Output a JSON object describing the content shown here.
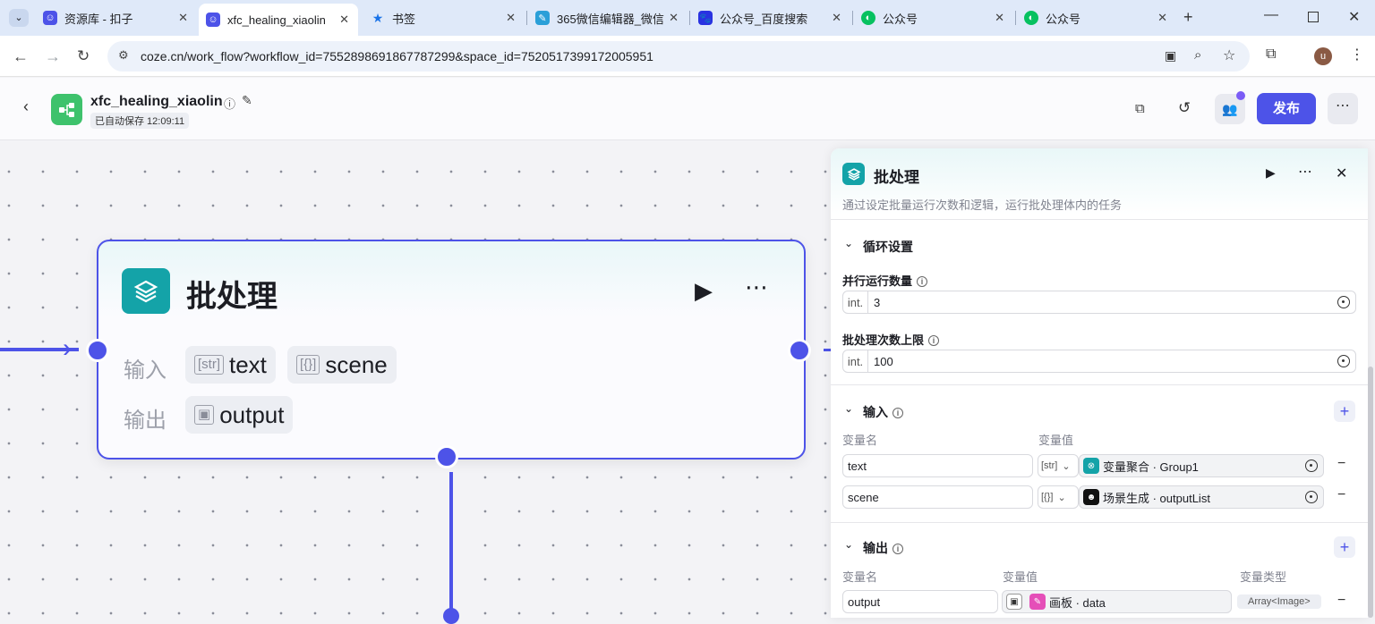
{
  "browser": {
    "tabs": [
      {
        "title": "资源库 - 扣子"
      },
      {
        "title": "xfc_healing_xiaolin"
      },
      {
        "title": "书签"
      },
      {
        "title": "365微信编辑器_微信"
      },
      {
        "title": "公众号_百度搜索"
      },
      {
        "title": "公众号"
      },
      {
        "title": "公众号"
      }
    ],
    "url": "coze.cn/work_flow?workflow_id=7552898691867787299&space_id=7520517399172005951",
    "profile_initial": "u"
  },
  "header": {
    "workflow_name": "xfc_healing_xiaolin",
    "autosave": "已自动保存 12:09:11",
    "publish_label": "发布"
  },
  "node": {
    "title": "批处理",
    "input_label": "输入",
    "output_label": "输出",
    "inputs": [
      {
        "type_icon": "[str]",
        "name": "text"
      },
      {
        "type_icon": "[{}]",
        "name": "scene"
      }
    ],
    "outputs": [
      {
        "type_icon": "image-icon",
        "name": "output"
      }
    ]
  },
  "panel": {
    "title": "批处理",
    "description": "通过设定批量运行次数和逻辑，运行批处理体内的任务",
    "loop_section": "循环设置",
    "parallel_label": "并行运行数量",
    "parallel_prefix": "int.",
    "parallel_value": "3",
    "batch_label": "批处理次数上限",
    "batch_prefix": "int.",
    "batch_value": "100",
    "input_section": "输入",
    "var_name_header": "变量名",
    "var_value_header": "变量值",
    "var_type_header": "变量类型",
    "input_rows": [
      {
        "name": "text",
        "type": "[str]",
        "source": "变量聚合 · Group1",
        "source_color": "#14a3a8"
      },
      {
        "name": "scene",
        "type": "[{}]",
        "source": "场景生成 · outputList",
        "source_color": "#111111"
      }
    ],
    "output_section": "输出",
    "output_rows": [
      {
        "name": "output",
        "source": "画板 · data",
        "type_badge": "Array<Image>",
        "source_color": "#e54fb8"
      }
    ]
  },
  "colors": {
    "accent": "#4d53e8",
    "node_icon": "#14a3a8"
  }
}
